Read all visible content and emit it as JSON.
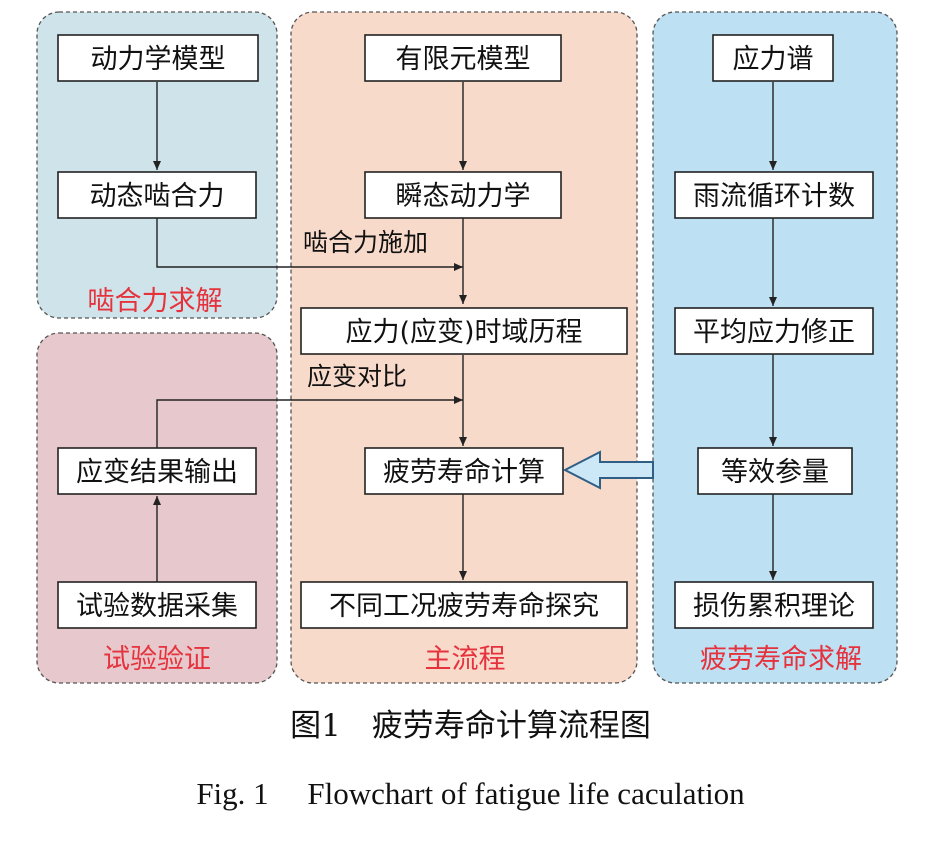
{
  "groups": {
    "mesh_force": {
      "label": "啮合力求解",
      "color": "#cfe4ea"
    },
    "test_verify": {
      "label": "试验验证",
      "color": "#e7c9cd"
    },
    "main_flow": {
      "label": "主流程",
      "color": "#f8dacb"
    },
    "fatigue_solve": {
      "label": "疲劳寿命求解",
      "color": "#bde0f3"
    }
  },
  "nodes": {
    "dynamics_model": "动力学模型",
    "dynamic_mesh_force": "动态啮合力",
    "fem_model": "有限元模型",
    "transient_dynamics": "瞬态动力学",
    "stress_time_history": "应力(应变)时域历程",
    "fatigue_calc": "疲劳寿命计算",
    "condition_study": "不同工况疲劳寿命探究",
    "strain_output": "应变结果输出",
    "test_data": "试验数据采集",
    "stress_spectrum": "应力谱",
    "rainflow": "雨流循环计数",
    "mean_stress": "平均应力修正",
    "equiv_param": "等效参量",
    "damage_theory": "损伤累积理论"
  },
  "edge_labels": {
    "apply_mesh_force": "啮合力施加",
    "strain_compare": "应变对比"
  },
  "colors": {
    "label_red": "#e6323c",
    "hollow_arrow_fill": "#cce8f6",
    "hollow_arrow_stroke": "#2f5f85"
  },
  "caption": {
    "cn": "图1　疲劳寿命计算流程图",
    "en": "Fig. 1　 Flowchart of fatigue life caculation"
  }
}
